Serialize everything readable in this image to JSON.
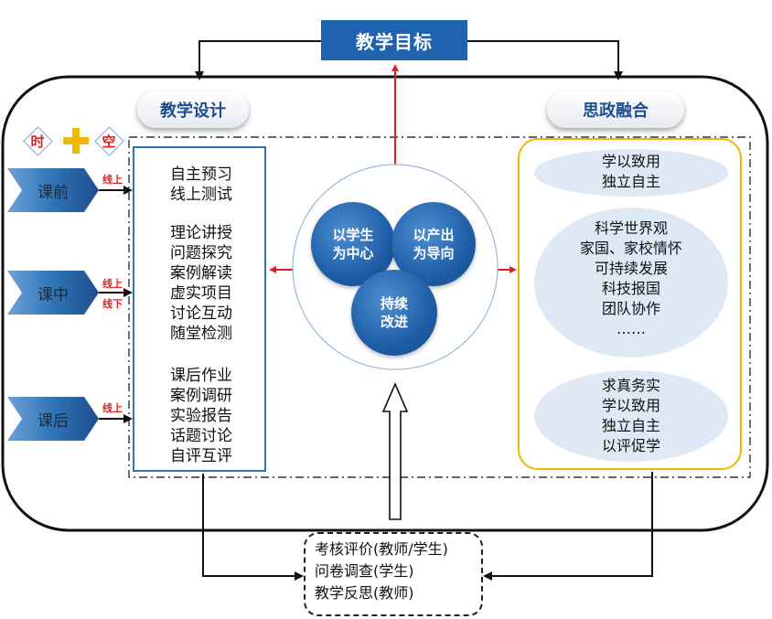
{
  "goal": "教学目标",
  "design_title": "教学设计",
  "ideo_title": "思政融合",
  "time_space": {
    "time": "时",
    "space": "空"
  },
  "phases": [
    {
      "label": "课前",
      "modes": [
        "线上"
      ]
    },
    {
      "label": "课中",
      "modes": [
        "线上",
        "线下"
      ]
    },
    {
      "label": "课后",
      "modes": [
        "线上"
      ]
    }
  ],
  "design_items": [
    "自主预习",
    "线上测试",
    "理论讲授",
    "问题探究",
    "案例解读",
    "虚实项目",
    "讨论互动",
    "随堂检测",
    "课后作业",
    "案例调研",
    "实验报告",
    "话题讨论",
    "自评互评"
  ],
  "core_ideas": [
    "以学生为中心",
    "以产出为导向",
    "持续改进"
  ],
  "ideo_groups": [
    {
      "items": [
        "学以致用",
        "独立自主"
      ]
    },
    {
      "items": [
        "科学世界观",
        "家国、家校情怀",
        "可持续发展",
        "科技报国",
        "团队协作",
        "……"
      ]
    },
    {
      "items": [
        "求真务实",
        "学以致用",
        "独立自主",
        "以评促学"
      ]
    }
  ],
  "evaluation": [
    "考核评价(教师/学生)",
    "问卷调查(学生)",
    "教学反思(教师)"
  ],
  "colors": {
    "blue": "#1f63b0",
    "accent_red": "#e02020",
    "yellow": "#f2b705",
    "light_blue": "#dfe9f5"
  }
}
